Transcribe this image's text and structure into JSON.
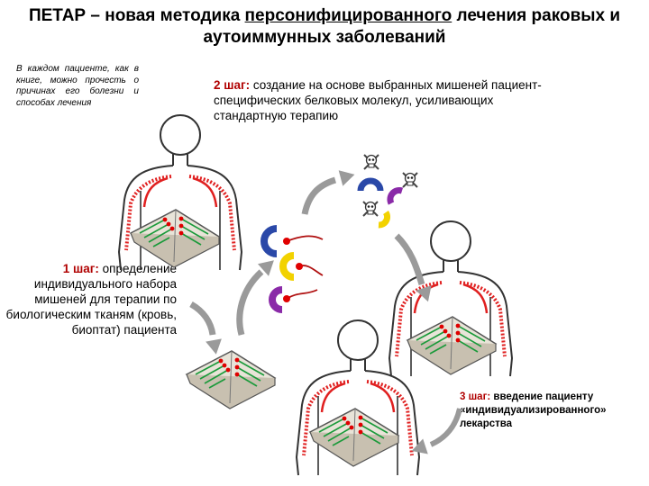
{
  "title": {
    "before": "ПЕТАР – новая методика ",
    "underlined": "персонифицированного",
    "after": " лечения раковых и аутоиммунных заболеваний"
  },
  "note": "В каждом пациенте, как в книге, можно прочесть о причинах его болезни и способах лечения",
  "step1": {
    "label": "1 шаг:",
    "text": " определение индивидуального набора мишеней для терапии по биологическим тканям (кровь, биоптат) пациента"
  },
  "step2": {
    "label": "2 шаг:",
    "text": " создание на основе выбранных мишеней пациент-специфических белковых молекул, усиливающих стандартную терапию"
  },
  "step3": {
    "label": "3 шаг:",
    "text": " введение пациенту «индивидуализированного» лекарства"
  },
  "colors": {
    "label": "#b00000",
    "blue": "#2a48a8",
    "yellow": "#f2d200",
    "purple": "#8a2aa8",
    "red": "#e00000",
    "arrow": "#9a9a9a"
  }
}
